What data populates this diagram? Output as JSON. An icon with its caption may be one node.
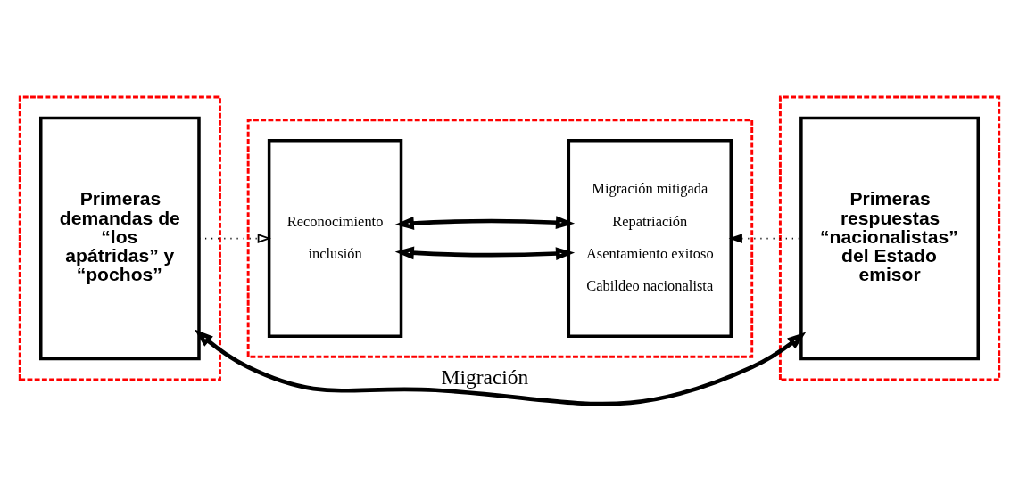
{
  "diagram": {
    "nodes": [
      {
        "text": [],
        "shape": "box"
      },
      {
        "text": [
          "Primeras demandas de “los apátridas” y “pochos”"
        ],
        "in": 0
      },
      {
        "text": [],
        "shape": "box"
      },
      {
        "text": [
          "Reconocimiento",
          "inclusión"
        ],
        "in": 2
      },
      {
        "text": [
          "Migración mitigada",
          "Repatriación",
          "Asentamiento exitoso",
          "Cabildeo nacionalista"
        ],
        "in": 2
      },
      {
        "text": [],
        "shape": "box"
      },
      {
        "text": [
          "Primeras respuestas “nacionalistas” del Estado emisor"
        ],
        "in": 5
      }
    ],
    "edges": [
      {
        "from": 1,
        "to": 3,
        "arrow": "to",
        "style": "dashed"
      },
      {
        "from": 6,
        "to": 4,
        "arrow": "to",
        "style": "dashed"
      },
      {
        "from": 3,
        "to": 4,
        "arrow": "both"
      },
      {
        "from": 4,
        "to": 3,
        "arrow": "both"
      },
      {
        "from": 1,
        "to": 6,
        "label": "Migración",
        "arrow": "both"
      }
    ]
  }
}
